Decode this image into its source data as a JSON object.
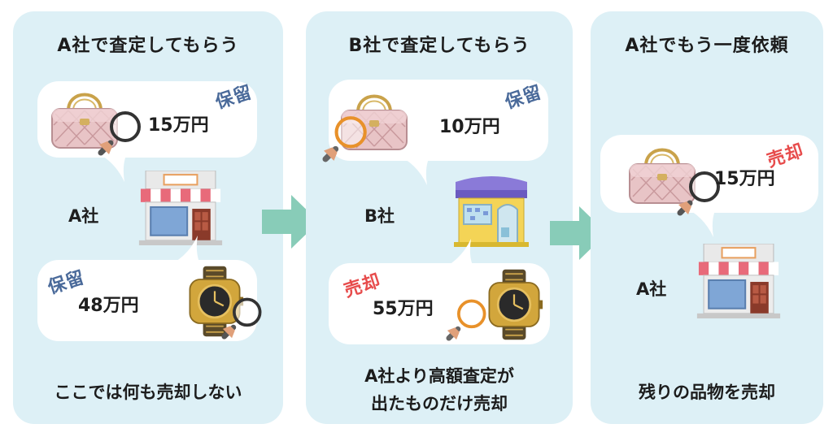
{
  "panels": [
    {
      "title": "A社で査定してもらう",
      "company": "A社",
      "bag": {
        "price": "15万円",
        "tag": "保留"
      },
      "watch": {
        "price": "48万円",
        "tag": "保留"
      },
      "footer": [
        "ここでは何も売却しない"
      ]
    },
    {
      "title": "B社で査定してもらう",
      "company": "B社",
      "bag": {
        "price": "10万円",
        "tag": "保留"
      },
      "watch": {
        "price": "55万円",
        "tag": "売却"
      },
      "footer": [
        "A社より高額査定が",
        "出たものだけ売却"
      ]
    },
    {
      "title": "A社でもう一度依頼",
      "company": "A社",
      "bag": {
        "price": "15万円",
        "tag": "売却"
      },
      "footer": [
        "残りの品物を売却"
      ]
    }
  ],
  "colors": {
    "panel_bg": "#ddf0f6",
    "arrow": "#88ccb8",
    "hold_tag": "#4a6a9a",
    "sold_tag": "#e74c4c"
  },
  "icons": [
    "handbag-icon",
    "wristwatch-icon",
    "magnifier-icon",
    "storefront-icon",
    "flow-arrow-icon"
  ]
}
